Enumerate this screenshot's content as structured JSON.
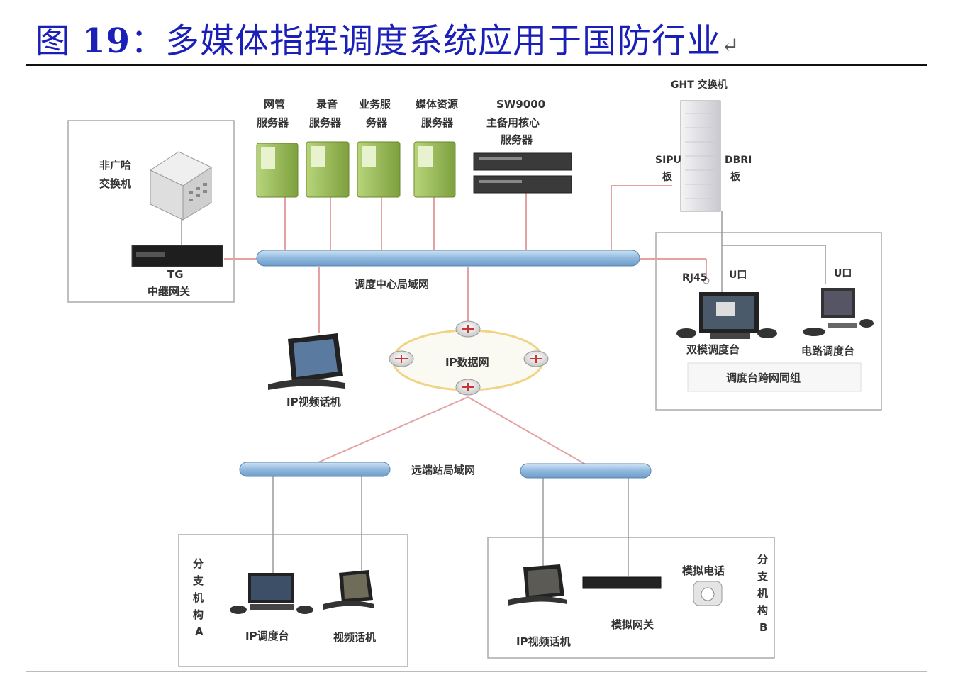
{
  "title": {
    "prefix": "图",
    "number": "19",
    "text": "：多媒体指挥调度系统应用于国防行业",
    "mark": "↵"
  },
  "labels": {
    "fei_switch_1": "非广哈",
    "fei_switch_2": "交换机",
    "tg": "TG",
    "tg_gateway": "中继网关",
    "srv1_1": "网管",
    "srv1_2": "服务器",
    "srv2_1": "录音",
    "srv2_2": "服务器",
    "srv3_1": "业务服",
    "srv3_2": "务器",
    "srv4_1": "媒体资源",
    "srv4_2": "服务器",
    "sw_1": "SW9000",
    "sw_2": "主备用核心",
    "sw_3": "服务器",
    "ght": "GHT 交换机",
    "sipu_1": "SIPU",
    "sipu_2": "板",
    "dbri_1": "DBRI",
    "dbri_2": "板",
    "center_lan": "调度中心局域网",
    "ip_network": "IP数据网",
    "ip_video_phone": "IP视频话机",
    "rj45": "RJ45",
    "u_port_1": "U口",
    "u_port_2": "U口",
    "dual_console": "双模调度台",
    "circuit_console": "电路调度台",
    "cross_group": "调度台跨网同组",
    "remote_lan": "远端站局域网",
    "branch_a": [
      "分",
      "支",
      "机",
      "构",
      "A"
    ],
    "branch_b": [
      "分",
      "支",
      "机",
      "构",
      "B"
    ],
    "ip_console": "IP调度台",
    "video_phone_a": "视频话机",
    "ip_video_phone_b": "IP视频话机",
    "analog_gateway": "模拟网关",
    "analog_phone": "模拟电话"
  },
  "colors": {
    "title": "#1a1fb8",
    "bus": "#9cc3e4",
    "link": "#e5a0a0",
    "server": "#9dbd5a",
    "ring": "#f3dc9a"
  }
}
